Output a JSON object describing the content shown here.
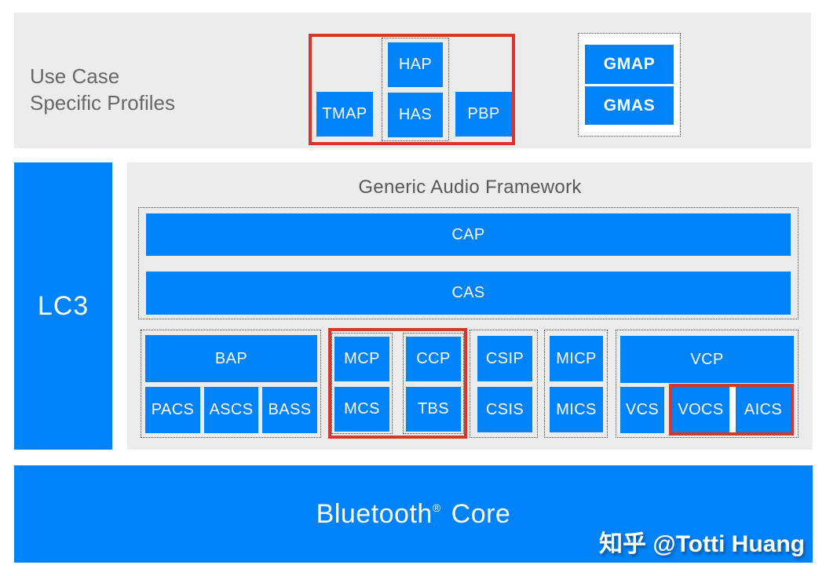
{
  "top_band": {
    "label_line1": "Use Case",
    "label_line2": "Specific Profiles",
    "boxes": {
      "tmap": "TMAP",
      "hap": "HAP",
      "has": "HAS",
      "pbp": "PBP",
      "gmap": "GMAP",
      "gmas": "GMAS"
    }
  },
  "framework": {
    "lc3": "LC3",
    "title": "Generic Audio Framework",
    "cap": "CAP",
    "cas": "CAS",
    "bap": "BAP",
    "pacs": "PACS",
    "ascs": "ASCS",
    "bass": "BASS",
    "mcp": "MCP",
    "mcs": "MCS",
    "ccp": "CCP",
    "tbs": "TBS",
    "csip": "CSIP",
    "csis": "CSIS",
    "micp": "MICP",
    "mics": "MICS",
    "vcp": "VCP",
    "vcs": "VCS",
    "vocs": "VOCS",
    "aics": "AICS"
  },
  "core": {
    "brand": "Bluetooth",
    "reg": "®",
    "suffix": "Core"
  },
  "watermark": "知乎 @Totti Huang",
  "colors": {
    "blue": "#0082f8",
    "panel_gray": "#ececec",
    "text_gray": "#66686a",
    "highlight_red": "#d6362e"
  }
}
